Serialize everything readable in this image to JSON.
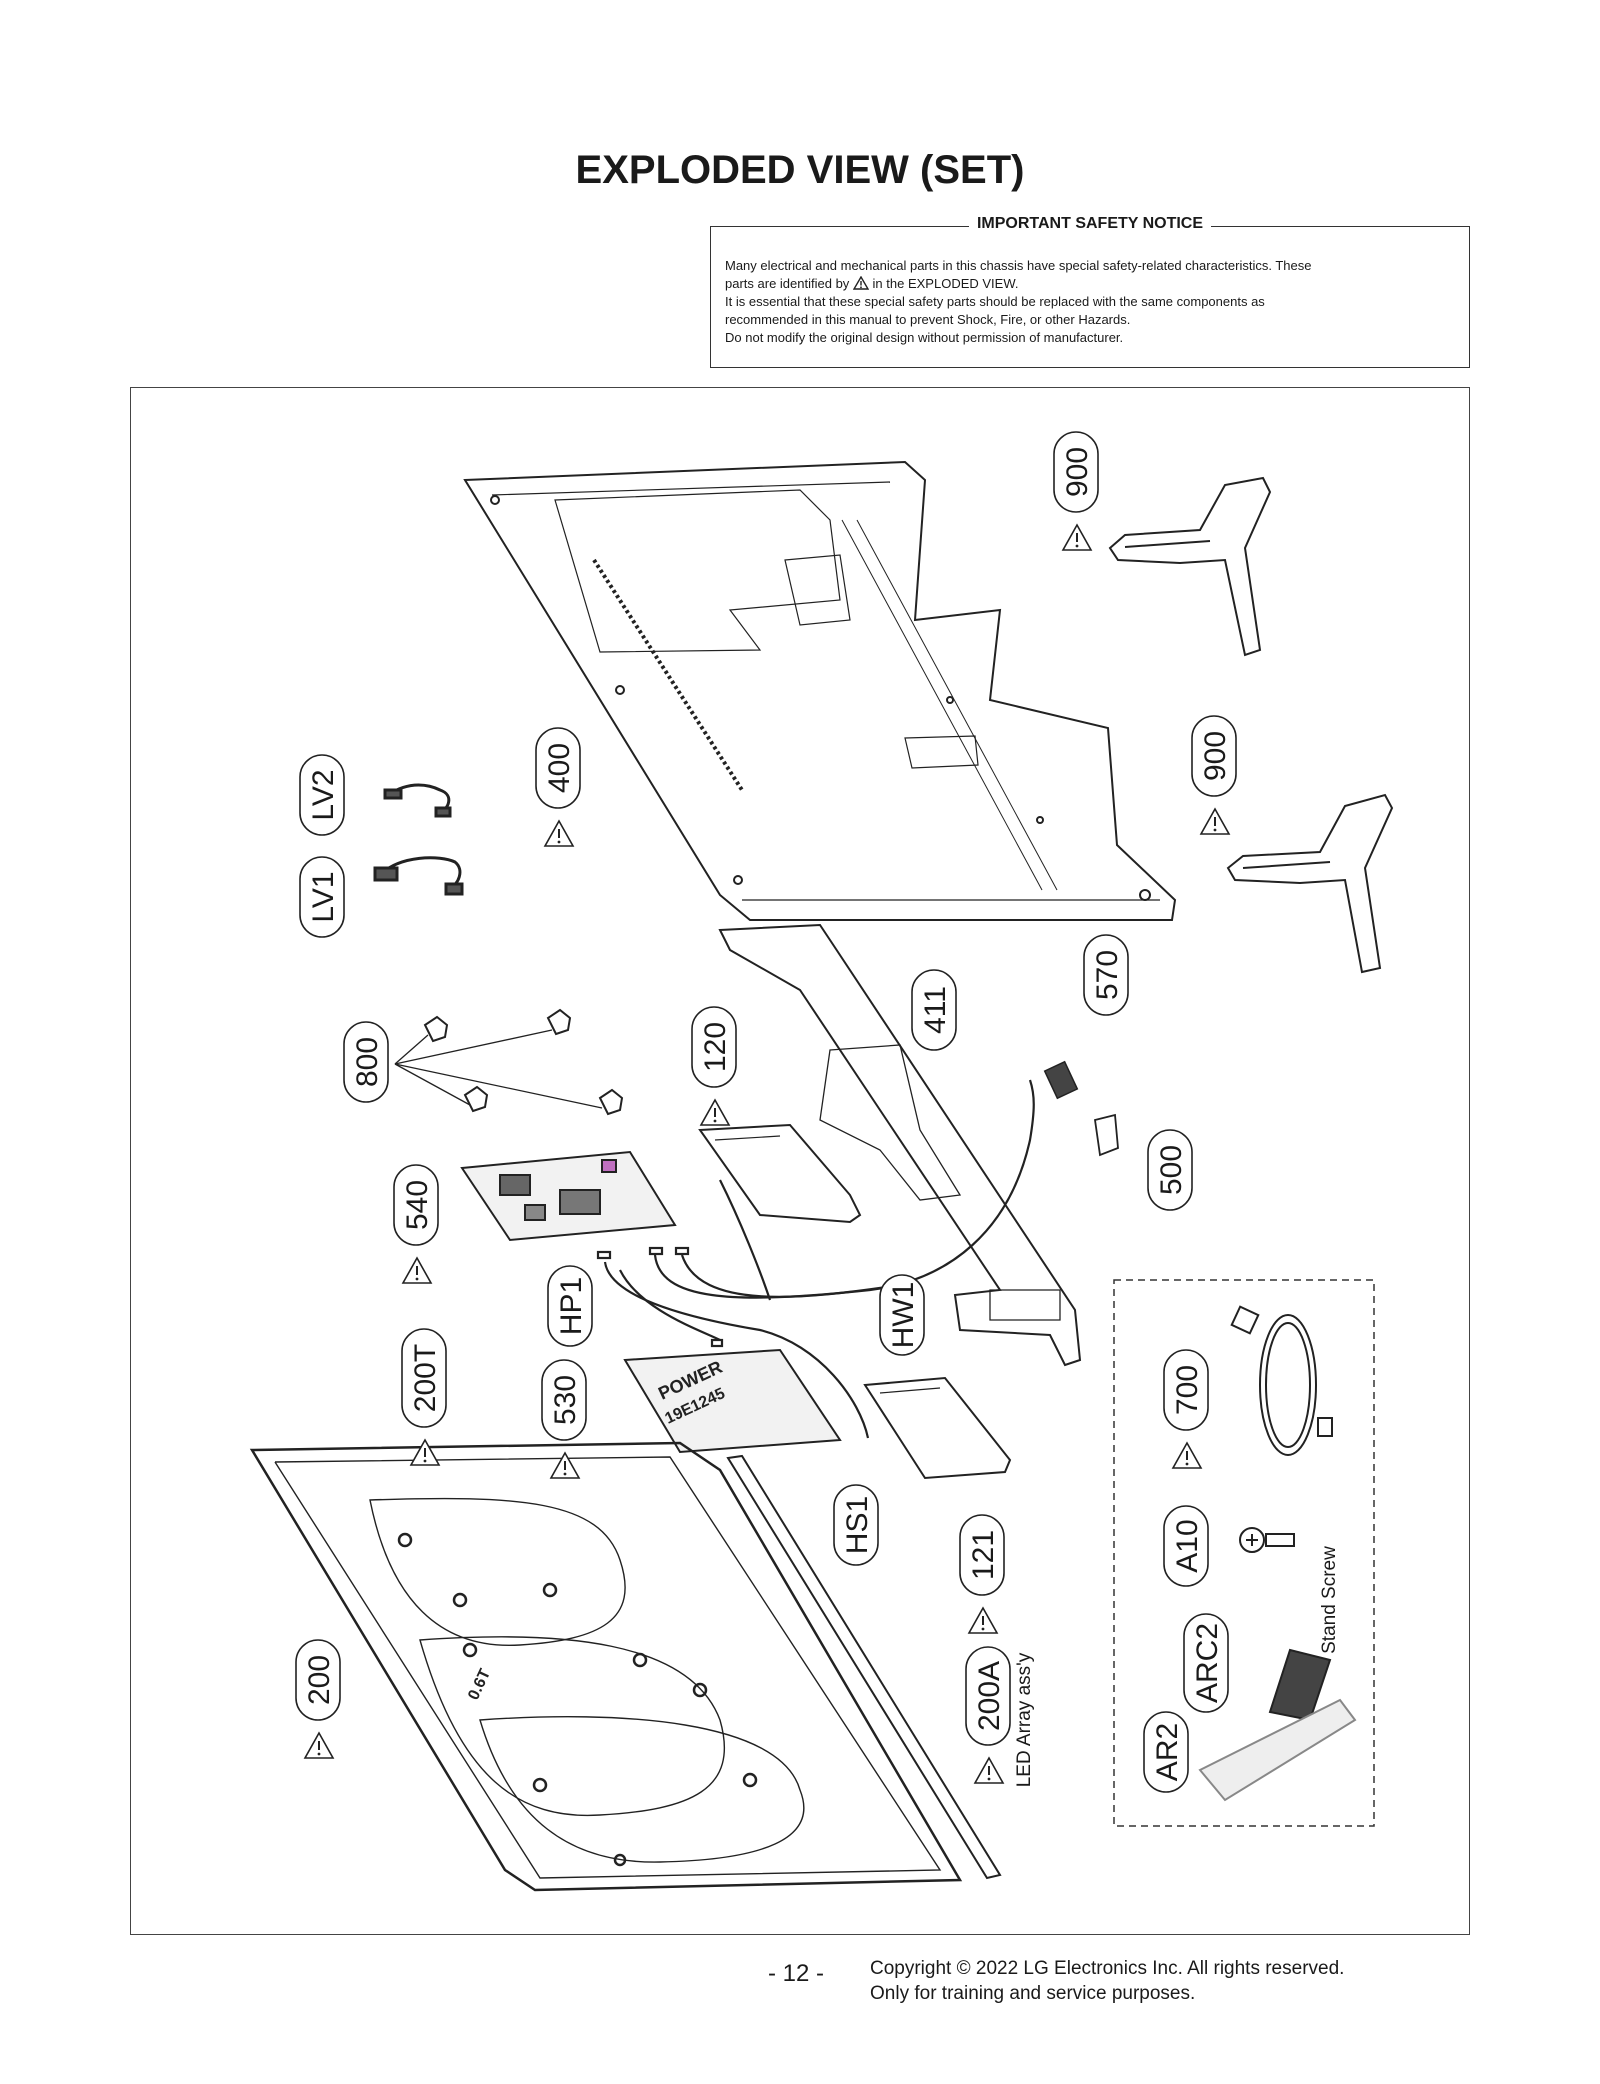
{
  "page_title": "EXPLODED VIEW (SET)",
  "notice": {
    "title": "IMPORTANT SAFETY NOTICE",
    "line1": "Many electrical and mechanical parts in this chassis have special safety-related characteristics. These",
    "line2a": "parts are identified by",
    "line2b": "in the EXPLODED VIEW.",
    "line3": "It is essential that these special safety parts should be replaced with the same components as",
    "line4": "recommended in this manual to prevent Shock, Fire, or other Hazards.",
    "line5": "Do not modify the original design without permission of manufacturer."
  },
  "labels": {
    "p900a": "900",
    "p900b": "900",
    "p400": "400",
    "lv2": "LV2",
    "lv1": "LV1",
    "p411": "411",
    "p570": "570",
    "p120": "120",
    "p800": "800",
    "p500": "500",
    "p540": "540",
    "hw1": "HW1",
    "hp1": "HP1",
    "p200t": "200T",
    "p530": "530",
    "p700": "700",
    "hs1": "HS1",
    "p121": "121",
    "a10": "A10",
    "arc2": "ARC2",
    "p200": "200",
    "p200a": "200A",
    "ar2": "AR2"
  },
  "annotations": {
    "stand_screw": "Stand Screw",
    "led_array": "LED Array ass'y",
    "power_board_mark": "POWER",
    "power_board_code": "19E1245",
    "frame_mark": "0.6T"
  },
  "footer": {
    "page_number": "- 12 -",
    "copyright": "Copyright © 2022 LG Electronics Inc. All rights reserved.",
    "training": "Only for training and service purposes."
  }
}
